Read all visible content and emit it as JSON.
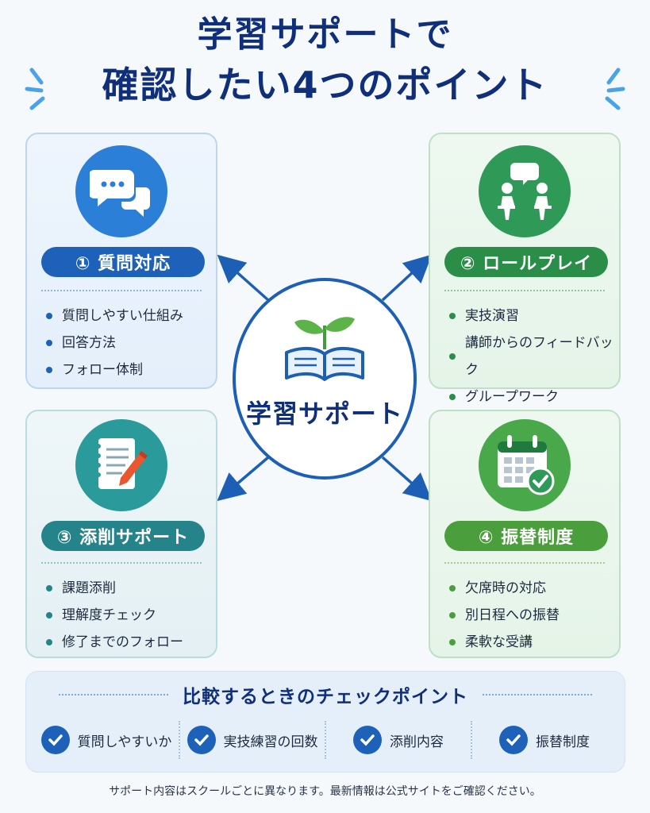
{
  "title": {
    "line1": "学習サポートで",
    "line2": "確認したい4つのポイント"
  },
  "center": {
    "label": "学習サポート"
  },
  "cards": [
    {
      "label": "① 質問対応",
      "icon": "chat-bubbles-icon",
      "items": [
        "質問しやすい仕組み",
        "回答方法",
        "フォロー体制"
      ]
    },
    {
      "label": "② ロールプレイ",
      "icon": "two-people-talking-icon",
      "items": [
        "実技演習",
        "講師からのフィードバック",
        "グループワーク"
      ]
    },
    {
      "label": "③ 添削サポート",
      "icon": "notebook-pencil-icon",
      "items": [
        "課題添削",
        "理解度チェック",
        "修了までのフォロー"
      ]
    },
    {
      "label": "④ 振替制度",
      "icon": "calendar-check-icon",
      "items": [
        "欠席時の対応",
        "別日程への振替",
        "柔軟な受講"
      ]
    }
  ],
  "checkpoints": {
    "title": "比較するときのチェックポイント",
    "items": [
      "質問しやすいか",
      "実技練習の回数",
      "添削内容",
      "振替制度"
    ]
  },
  "footer": "サポート内容はスクールごとに異なります。最新情報は公式サイトをご確認ください。",
  "colors": {
    "navy": "#0f2f7a",
    "blue": "#1d62b8",
    "green": "#2a8e48",
    "teal": "#24848a",
    "lime": "#4a9e3c"
  }
}
